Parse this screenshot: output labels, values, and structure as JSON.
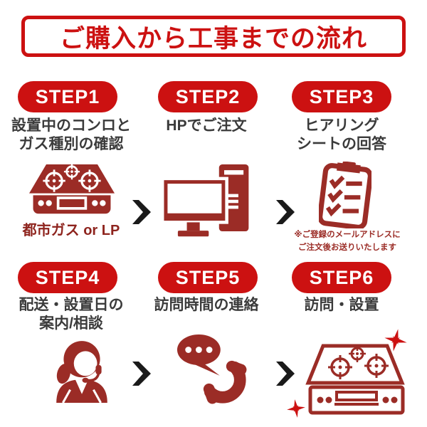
{
  "title": "ご購入から工事までの流れ",
  "colors": {
    "accent_red": "#cc1111",
    "brick_red": "#9b2c26",
    "text_dark": "#3b3b3b",
    "arrow_black": "#1a1a1a",
    "background": "#ffffff"
  },
  "steps": [
    {
      "badge": "STEP1",
      "desc": [
        "設置中のコンロと",
        "ガス種別の確認"
      ],
      "icon": "gas-stove-icon",
      "caption": "都市ガス or LP"
    },
    {
      "badge": "STEP2",
      "desc": [
        "HPでご注文"
      ],
      "icon": "desktop-computer-icon"
    },
    {
      "badge": "STEP3",
      "desc": [
        "ヒアリング",
        "シートの回答"
      ],
      "icon": "checklist-clipboard-icon",
      "note": [
        "※ご登録のメールアドレスに",
        "ご注文後お送りいたします"
      ]
    },
    {
      "badge": "STEP4",
      "desc": [
        "配送・設置日の",
        "案内/相談"
      ],
      "icon": "support-operator-icon"
    },
    {
      "badge": "STEP5",
      "desc": [
        "訪問時間の連絡"
      ],
      "icon": "phone-contact-icon"
    },
    {
      "badge": "STEP6",
      "desc": [
        "訪問・設置"
      ],
      "icon": "installed-stove-icon"
    }
  ]
}
